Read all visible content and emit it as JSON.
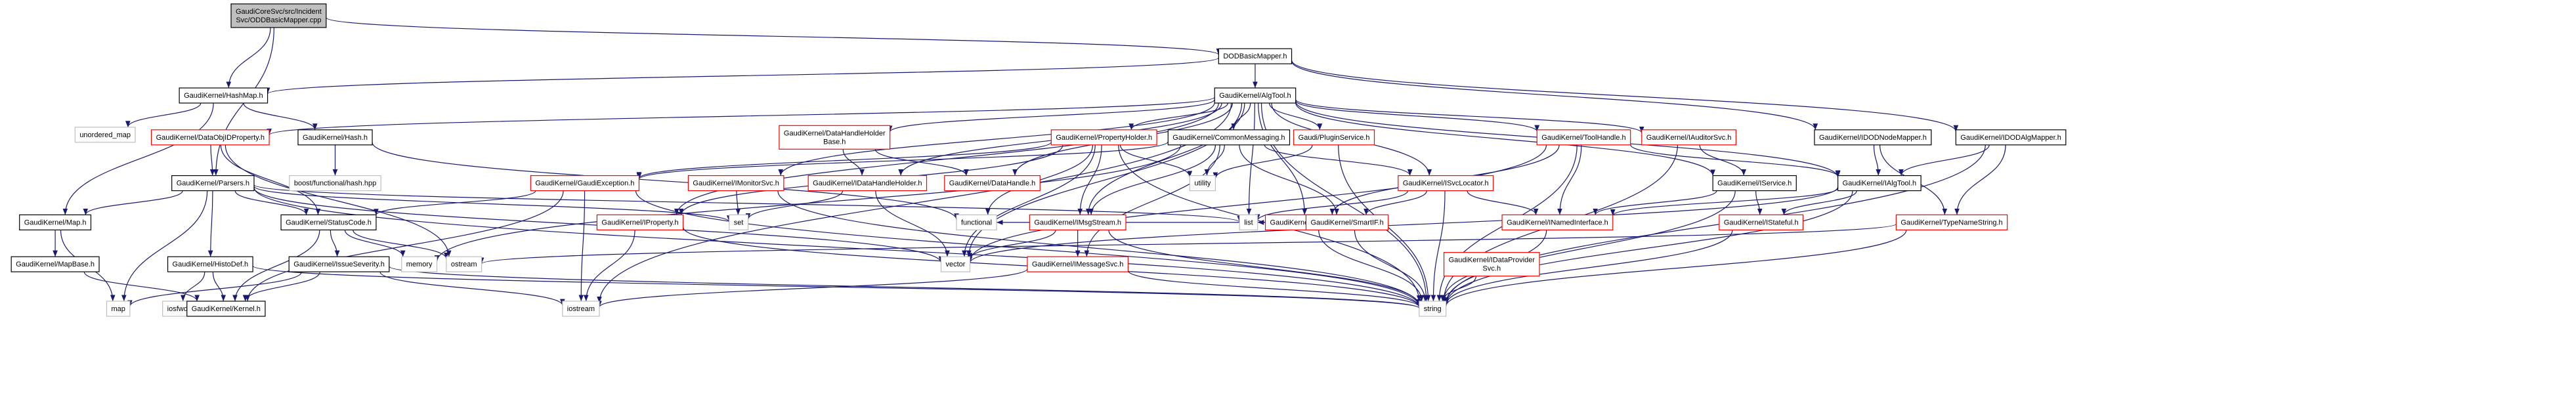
{
  "colors": {
    "edge": "#191970",
    "root_fill": "#bfbfbf",
    "root_border": "#000000",
    "documented_border": "#000000",
    "undocumented_border": "#ff0000",
    "external_border": "#bfbfbf",
    "node_fill": "#ffffff"
  },
  "nodes": [
    {
      "id": "root",
      "lines": [
        "GaudiCoreSvc/src/Incident",
        "Svc/ODDBasicMapper.cpp"
      ],
      "kind": "root",
      "interactable": false
    },
    {
      "id": "ddobasicmapper",
      "lines": [
        "DODBasicMapper.h"
      ],
      "kind": "documented",
      "interactable": true
    },
    {
      "id": "hashmap",
      "lines": [
        "GaudiKernel/HashMap.h"
      ],
      "kind": "documented",
      "interactable": true
    },
    {
      "id": "algtool",
      "lines": [
        "GaudiKernel/AlgTool.h"
      ],
      "kind": "documented",
      "interactable": true
    },
    {
      "id": "unordered_map",
      "lines": [
        "unordered_map"
      ],
      "kind": "external",
      "interactable": false
    },
    {
      "id": "dataobjidproperty",
      "lines": [
        "GaudiKernel/DataObjIDProperty.h"
      ],
      "kind": "undocumented",
      "interactable": true
    },
    {
      "id": "hash",
      "lines": [
        "GaudiKernel/Hash.h"
      ],
      "kind": "documented",
      "interactable": true
    },
    {
      "id": "datahandleholderbase",
      "lines": [
        "GaudiKernel/DataHandleHolder",
        "Base.h"
      ],
      "kind": "undocumented",
      "interactable": true
    },
    {
      "id": "propertyholder",
      "lines": [
        "GaudiKernel/PropertyHolder.h"
      ],
      "kind": "undocumented",
      "interactable": true
    },
    {
      "id": "commonmessaging",
      "lines": [
        "GaudiKernel/CommonMessaging.h"
      ],
      "kind": "documented",
      "interactable": true
    },
    {
      "id": "pluginservice",
      "lines": [
        "Gaudi/PluginService.h"
      ],
      "kind": "undocumented",
      "interactable": true
    },
    {
      "id": "toolhandle",
      "lines": [
        "GaudiKernel/ToolHandle.h"
      ],
      "kind": "undocumented",
      "interactable": true
    },
    {
      "id": "iauditorsvc",
      "lines": [
        "GaudiKernel/IAuditorSvc.h"
      ],
      "kind": "undocumented",
      "interactable": true
    },
    {
      "id": "idodnodemapper",
      "lines": [
        "GaudiKernel/IDODNodeMapper.h"
      ],
      "kind": "documented",
      "interactable": true
    },
    {
      "id": "idodalgmapper",
      "lines": [
        "GaudiKernel/IDODAlgMapper.h"
      ],
      "kind": "documented",
      "interactable": true
    },
    {
      "id": "parsers",
      "lines": [
        "GaudiKernel/Parsers.h"
      ],
      "kind": "documented",
      "interactable": true
    },
    {
      "id": "boost_hash",
      "lines": [
        "boost/functional/hash.hpp"
      ],
      "kind": "external",
      "interactable": false
    },
    {
      "id": "gaudiexception",
      "lines": [
        "GaudiKernel/GaudiException.h"
      ],
      "kind": "undocumented",
      "interactable": true
    },
    {
      "id": "imonitorsvc",
      "lines": [
        "GaudiKernel/IMonitorSvc.h"
      ],
      "kind": "undocumented",
      "interactable": true
    },
    {
      "id": "idatahandleholder",
      "lines": [
        "GaudiKernel/IDataHandleHolder.h"
      ],
      "kind": "undocumented",
      "interactable": true
    },
    {
      "id": "datahandle",
      "lines": [
        "GaudiKernel/DataHandle.h"
      ],
      "kind": "undocumented",
      "interactable": true
    },
    {
      "id": "utility",
      "lines": [
        "utility"
      ],
      "kind": "external",
      "interactable": false
    },
    {
      "id": "isvclocator",
      "lines": [
        "GaudiKernel/ISvcLocator.h"
      ],
      "kind": "undocumented",
      "interactable": true
    },
    {
      "id": "iservice",
      "lines": [
        "GaudiKernel/IService.h"
      ],
      "kind": "documented",
      "interactable": true
    },
    {
      "id": "ialgtool",
      "lines": [
        "GaudiKernel/IAlgTool.h"
      ],
      "kind": "documented",
      "interactable": true
    },
    {
      "id": "itoolsvc",
      "lines": [
        "GaudiKernel/IToolSvc.h"
      ],
      "kind": "undocumented",
      "interactable": true
    },
    {
      "id": "map_h",
      "lines": [
        "GaudiKernel/Map.h"
      ],
      "kind": "documented",
      "interactable": true
    },
    {
      "id": "statuscode",
      "lines": [
        "GaudiKernel/StatusCode.h"
      ],
      "kind": "documented",
      "interactable": true
    },
    {
      "id": "iproperty",
      "lines": [
        "GaudiKernel/IProperty.h"
      ],
      "kind": "undocumented",
      "interactable": true
    },
    {
      "id": "set",
      "lines": [
        "set"
      ],
      "kind": "external",
      "interactable": false
    },
    {
      "id": "functional",
      "lines": [
        "functional"
      ],
      "kind": "external",
      "interactable": false
    },
    {
      "id": "imsgstream",
      "lines": [
        "GaudiKernel/IMsgStream.h"
      ],
      "kind": "undocumented",
      "interactable": true
    },
    {
      "id": "smartif",
      "lines": [
        "GaudiKernel/SmartIF.h"
      ],
      "kind": "undocumented",
      "interactable": true
    },
    {
      "id": "list",
      "lines": [
        "list"
      ],
      "kind": "external",
      "interactable": false
    },
    {
      "id": "inamedinterface",
      "lines": [
        "GaudiKernel/INamedInterface.h"
      ],
      "kind": "undocumented",
      "interactable": true
    },
    {
      "id": "istateful",
      "lines": [
        "GaudiKernel/IStateful.h"
      ],
      "kind": "undocumented",
      "interactable": true
    },
    {
      "id": "typenamestring",
      "lines": [
        "GaudiKernel/TypeNameString.h"
      ],
      "kind": "undocumented",
      "interactable": true
    },
    {
      "id": "mapbase",
      "lines": [
        "GaudiKernel/MapBase.h"
      ],
      "kind": "documented",
      "interactable": true
    },
    {
      "id": "histodef",
      "lines": [
        "GaudiKernel/HistoDef.h"
      ],
      "kind": "documented",
      "interactable": true
    },
    {
      "id": "issueseverity",
      "lines": [
        "GaudiKernel/IssueSeverity.h"
      ],
      "kind": "documented",
      "interactable": true
    },
    {
      "id": "memory",
      "lines": [
        "memory"
      ],
      "kind": "external",
      "interactable": false
    },
    {
      "id": "ostream",
      "lines": [
        "ostream"
      ],
      "kind": "external",
      "interactable": false
    },
    {
      "id": "vector",
      "lines": [
        "vector"
      ],
      "kind": "external",
      "interactable": false
    },
    {
      "id": "imessagesvc",
      "lines": [
        "GaudiKernel/IMessageSvc.h"
      ],
      "kind": "undocumented",
      "interactable": true
    },
    {
      "id": "idataprovidersvc",
      "lines": [
        "GaudiKernel/IDataProvider",
        "Svc.h"
      ],
      "kind": "undocumented",
      "interactable": true
    },
    {
      "id": "map_std",
      "lines": [
        "map"
      ],
      "kind": "external",
      "interactable": false
    },
    {
      "id": "iosfwd",
      "lines": [
        "iosfwd"
      ],
      "kind": "external",
      "interactable": false
    },
    {
      "id": "kernel",
      "lines": [
        "GaudiKernel/Kernel.h"
      ],
      "kind": "documented",
      "interactable": true
    },
    {
      "id": "iostream",
      "lines": [
        "iostream"
      ],
      "kind": "external",
      "interactable": false
    },
    {
      "id": "string",
      "lines": [
        "string"
      ],
      "kind": "external",
      "interactable": false
    }
  ],
  "edges": [
    [
      "root",
      "ddobasicmapper"
    ],
    [
      "root",
      "hashmap"
    ],
    [
      "root",
      "parsers"
    ],
    [
      "ddobasicmapper",
      "hashmap"
    ],
    [
      "ddobasicmapper",
      "algtool"
    ],
    [
      "ddobasicmapper",
      "idodnodemapper"
    ],
    [
      "ddobasicmapper",
      "idodalgmapper"
    ],
    [
      "hashmap",
      "unordered_map"
    ],
    [
      "hashmap",
      "hash"
    ],
    [
      "hashmap",
      "map_h"
    ],
    [
      "hash",
      "boost_hash"
    ],
    [
      "hash",
      "functional"
    ],
    [
      "algtool",
      "dataobjidproperty"
    ],
    [
      "algtool",
      "datahandleholderbase"
    ],
    [
      "algtool",
      "propertyholder"
    ],
    [
      "algtool",
      "commonmessaging"
    ],
    [
      "algtool",
      "pluginservice"
    ],
    [
      "algtool",
      "toolhandle"
    ],
    [
      "algtool",
      "iauditorsvc"
    ],
    [
      "algtool",
      "imonitorsvc"
    ],
    [
      "algtool",
      "idatahandleholder"
    ],
    [
      "algtool",
      "datahandle"
    ],
    [
      "algtool",
      "isvclocator"
    ],
    [
      "algtool",
      "iservice"
    ],
    [
      "algtool",
      "ialgtool"
    ],
    [
      "algtool",
      "itoolsvc"
    ],
    [
      "algtool",
      "list"
    ],
    [
      "algtool",
      "vector"
    ],
    [
      "algtool",
      "string"
    ],
    [
      "algtool",
      "iostream"
    ],
    [
      "algtool",
      "imsgstream"
    ],
    [
      "algtool",
      "iproperty"
    ],
    [
      "dataobjidproperty",
      "parsers"
    ],
    [
      "dataobjidproperty",
      "statuscode"
    ],
    [
      "dataobjidproperty",
      "ostream"
    ],
    [
      "datahandleholderbase",
      "idatahandleholder"
    ],
    [
      "datahandleholderbase",
      "datahandle"
    ],
    [
      "propertyholder",
      "gaudiexception"
    ],
    [
      "propertyholder",
      "iproperty"
    ],
    [
      "propertyholder",
      "imsgstream"
    ],
    [
      "propertyholder",
      "utility"
    ],
    [
      "propertyholder",
      "vector"
    ],
    [
      "propertyholder",
      "string"
    ],
    [
      "propertyholder",
      "functional"
    ],
    [
      "commonmessaging",
      "imessagesvc"
    ],
    [
      "commonmessaging",
      "imsgstream"
    ],
    [
      "commonmessaging",
      "isvclocator"
    ],
    [
      "commonmessaging",
      "smartif"
    ],
    [
      "commonmessaging",
      "utility"
    ],
    [
      "commonmessaging",
      "memory"
    ],
    [
      "commonmessaging",
      "gaudiexception"
    ],
    [
      "pluginservice",
      "utility"
    ],
    [
      "pluginservice",
      "string"
    ],
    [
      "toolhandle",
      "itoolsvc"
    ],
    [
      "toolhandle",
      "inamedinterface"
    ],
    [
      "toolhandle",
      "ialgtool"
    ],
    [
      "toolhandle",
      "vector"
    ],
    [
      "toolhandle",
      "string"
    ],
    [
      "iauditorsvc",
      "iservice"
    ],
    [
      "iauditorsvc",
      "string"
    ],
    [
      "idodnodemapper",
      "ialgtool"
    ],
    [
      "idodnodemapper",
      "typenamestring"
    ],
    [
      "idodalgmapper",
      "ialgtool"
    ],
    [
      "idodalgmapper",
      "typenamestring"
    ],
    [
      "idodalgmapper",
      "string"
    ],
    [
      "parsers",
      "map_h"
    ],
    [
      "parsers",
      "statuscode"
    ],
    [
      "parsers",
      "histodef"
    ],
    [
      "parsers",
      "vector"
    ],
    [
      "parsers",
      "string"
    ],
    [
      "parsers",
      "list"
    ],
    [
      "parsers",
      "set"
    ],
    [
      "parsers",
      "map_std"
    ],
    [
      "gaudiexception",
      "statuscode"
    ],
    [
      "gaudiexception",
      "kernel"
    ],
    [
      "gaudiexception",
      "iostream"
    ],
    [
      "gaudiexception",
      "string"
    ],
    [
      "imonitorsvc",
      "set"
    ],
    [
      "imonitorsvc",
      "string"
    ],
    [
      "idatahandleholder",
      "set"
    ],
    [
      "idatahandleholder",
      "vector"
    ],
    [
      "isvclocator",
      "smartif"
    ],
    [
      "isvclocator",
      "inamedinterface"
    ],
    [
      "isvclocator",
      "list"
    ],
    [
      "isvclocator",
      "string"
    ],
    [
      "iservice",
      "istateful"
    ],
    [
      "iservice",
      "inamedinterface"
    ],
    [
      "iservice",
      "string"
    ],
    [
      "ialgtool",
      "istateful"
    ],
    [
      "ialgtool",
      "inamedinterface"
    ],
    [
      "ialgtool",
      "vector"
    ],
    [
      "ialgtool",
      "string"
    ],
    [
      "itoolsvc",
      "list"
    ],
    [
      "itoolsvc",
      "functional"
    ],
    [
      "itoolsvc",
      "smartif"
    ],
    [
      "itoolsvc",
      "string"
    ],
    [
      "map_h",
      "mapbase"
    ],
    [
      "map_h",
      "map_std"
    ],
    [
      "mapbase",
      "kernel"
    ],
    [
      "statuscode",
      "issueseverity"
    ],
    [
      "statuscode",
      "kernel"
    ],
    [
      "statuscode",
      "ostream"
    ],
    [
      "statuscode",
      "memory"
    ],
    [
      "iproperty",
      "string"
    ],
    [
      "iproperty",
      "iostream"
    ],
    [
      "imsgstream",
      "imessagesvc"
    ],
    [
      "imsgstream",
      "string"
    ],
    [
      "imsgstream",
      "vector"
    ],
    [
      "inamedinterface",
      "string"
    ],
    [
      "istateful",
      "string"
    ],
    [
      "typenamestring",
      "string"
    ],
    [
      "typenamestring",
      "ostream"
    ],
    [
      "histodef",
      "kernel"
    ],
    [
      "histodef",
      "iosfwd"
    ],
    [
      "histodef",
      "string"
    ],
    [
      "issueseverity",
      "kernel"
    ],
    [
      "issueseverity",
      "map_std"
    ],
    [
      "issueseverity",
      "string"
    ],
    [
      "issueseverity",
      "iostream"
    ],
    [
      "imessagesvc",
      "iostream"
    ],
    [
      "imessagesvc",
      "string"
    ],
    [
      "idataprovidersvc",
      "string"
    ],
    [
      "smartif",
      "string"
    ]
  ]
}
